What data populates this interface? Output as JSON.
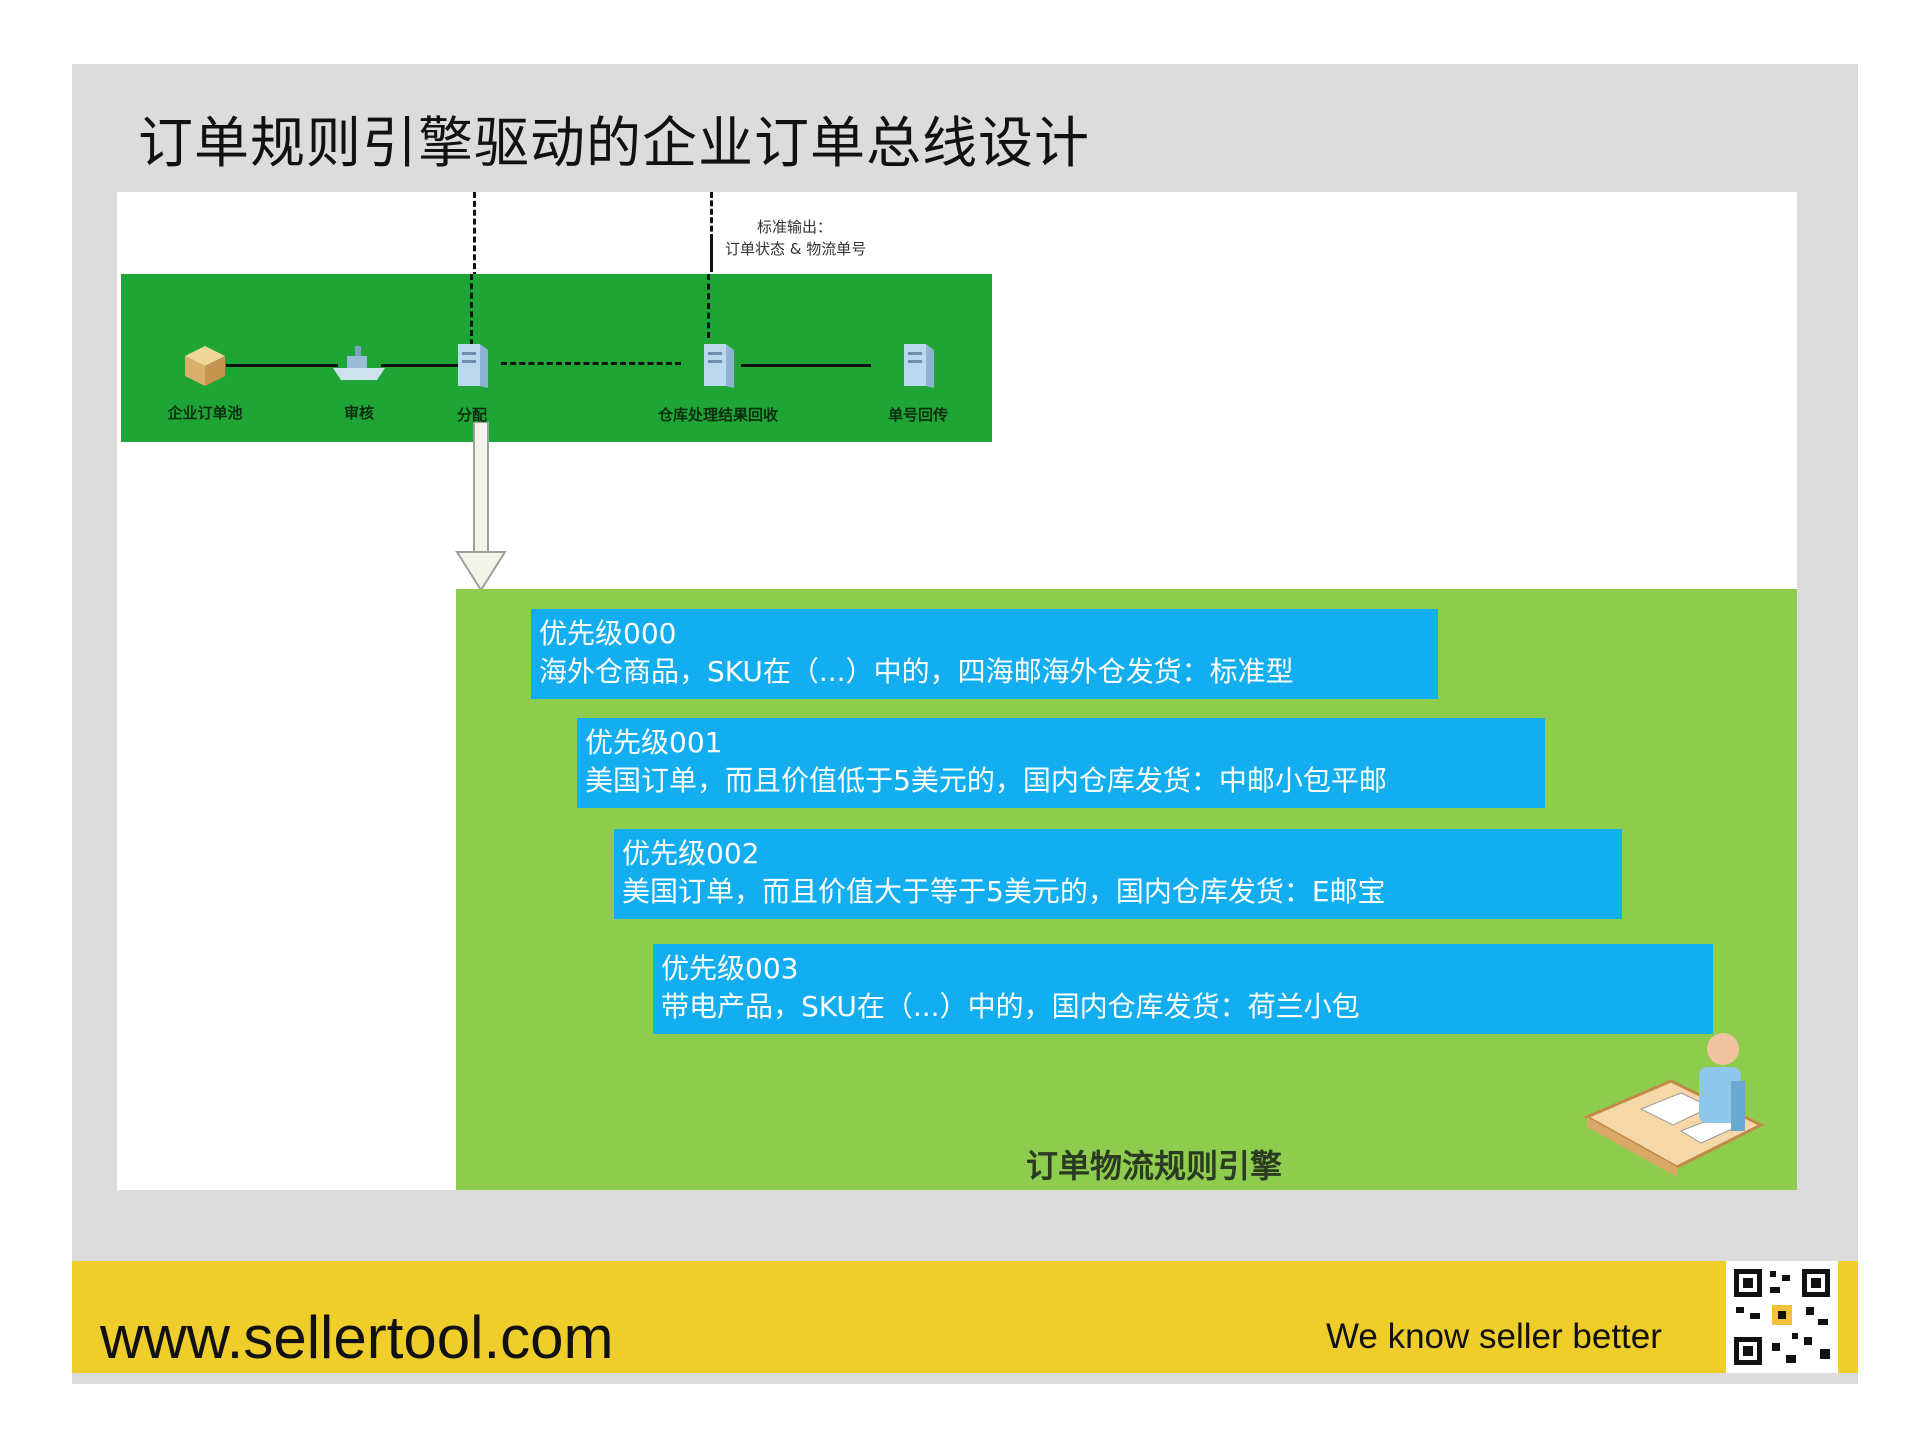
{
  "slide": {
    "title": "订单规则引擎驱动的企业订单总线设计"
  },
  "flow": {
    "output_label": [
      "标准输出：",
      "订单状态 & 物流单号"
    ],
    "nodes": [
      {
        "label": "企业订单池",
        "icon": "package-boxes-icon"
      },
      {
        "label": "审核",
        "icon": "ship-icon"
      },
      {
        "label": "分配",
        "icon": "server-icon"
      },
      {
        "label": "仓库处理结果回收",
        "icon": "server-icon"
      },
      {
        "label": "单号回传",
        "icon": "server-icon"
      }
    ]
  },
  "engine": {
    "label": "订单物流规则引擎",
    "rules": [
      {
        "priority": "优先级000",
        "text": "海外仓商品，SKU在（...）中的，四海邮海外仓发货：标准型"
      },
      {
        "priority": "优先级001",
        "text": "美国订单，而且价值低于5美元的，国内仓库发货：中邮小包平邮"
      },
      {
        "priority": "优先级002",
        "text": "美国订单，而且价值大于等于5美元的，国内仓库发货：E邮宝"
      },
      {
        "priority": "优先级003",
        "text": "带电产品，SKU在（...）中的，国内仓库发货：荷兰小包"
      }
    ],
    "icon": "person-at-desk-icon"
  },
  "footer": {
    "url": "www.sellertool.com",
    "tagline": "We know seller better",
    "qr_icon": "qr-code-icon"
  },
  "colors": {
    "slide_bg": "#dcdcdc",
    "flow_band": "#1fa535",
    "engine_bg": "#8dcc4c",
    "rule_box": "#12aef0",
    "footer_bg": "#efce2c"
  }
}
